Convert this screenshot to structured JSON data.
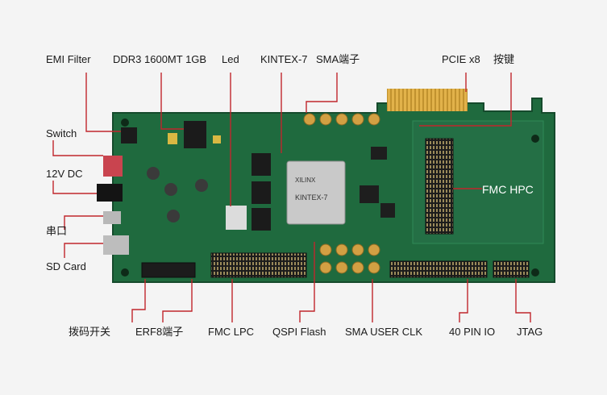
{
  "colors": {
    "background": "#f4f4f4",
    "pcb": "#1f6a3e",
    "pcb_dark": "#154a2c",
    "leader": "#c0262d",
    "gold": "#d8a53a",
    "fpga": "#c9c9c9",
    "chip": "#1b1b1b",
    "connector": "#222222",
    "text": "#1a1a1a"
  },
  "labels": {
    "emi_filter": "EMI Filter",
    "ddr3": "DDR3 1600MT 1GB",
    "led": "Led",
    "kintex7": "KINTEX-7",
    "sma": "SMA端子",
    "pcie": "PCIE x8",
    "button": "按键",
    "switch": "Switch",
    "dc12v": "12V DC",
    "fmc_hpc": "FMC HPC",
    "serial": "串口",
    "sd_card": "SD Card",
    "dip_switch": "拨码开关",
    "erf8": "ERF8端子",
    "fmc_lpc": "FMC LPC",
    "qspi_flash": "QSPI Flash",
    "sma_user_clk": "SMA USER CLK",
    "io40": "40 PIN IO",
    "jtag": "JTAG"
  },
  "fpga_marking": {
    "brand": "XILINX",
    "family": "KINTEX-7"
  }
}
